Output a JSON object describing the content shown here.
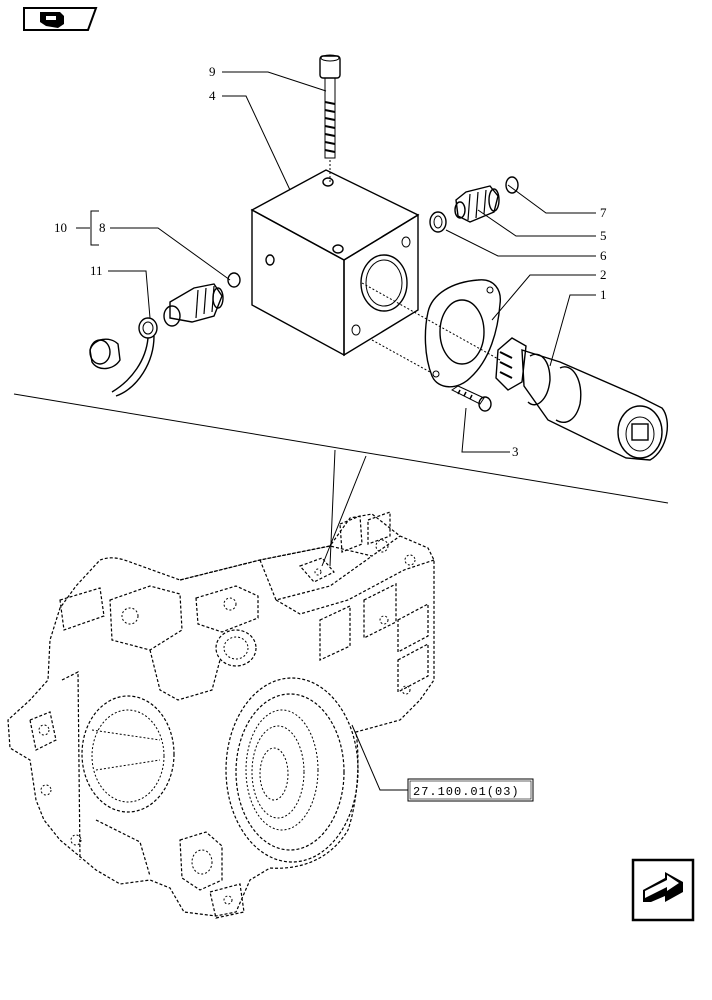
{
  "callouts": {
    "c1": "1",
    "c2": "2",
    "c3": "3",
    "c4": "4",
    "c5": "5",
    "c6": "6",
    "c7": "7",
    "c8": "8",
    "c9": "9",
    "c10": "10",
    "c11": "11"
  },
  "reference": {
    "label": "27.100.01(03)"
  },
  "icons": {
    "top_left": "book-page-icon",
    "bottom_right": "next-page-arrow-icon"
  }
}
